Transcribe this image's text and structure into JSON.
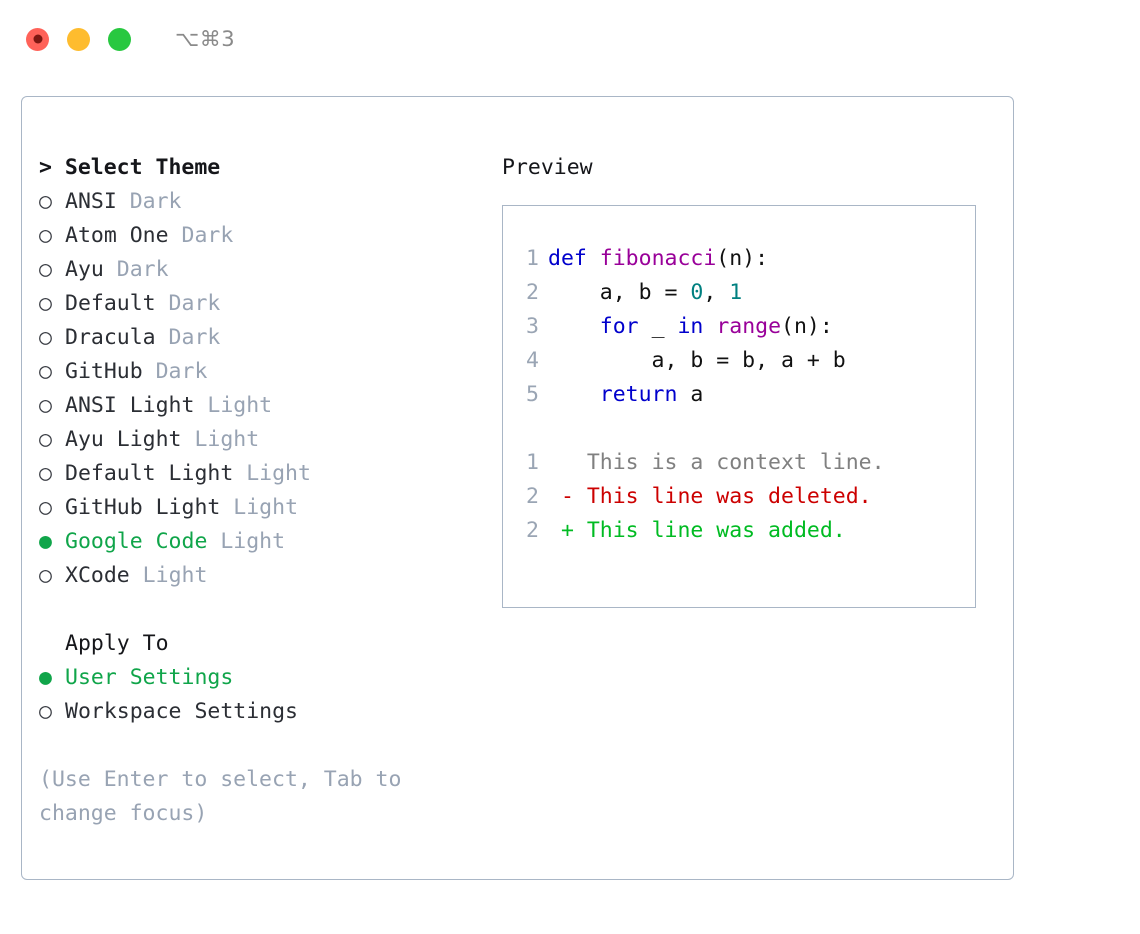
{
  "titlebar": {
    "shortcut": "⌥⌘3",
    "buttons": [
      {
        "name": "close",
        "color": "#ff6259"
      },
      {
        "name": "minimize",
        "color": "#febc2e"
      },
      {
        "name": "zoom",
        "color": "#28c840"
      }
    ]
  },
  "left": {
    "header": "> Select Theme",
    "themes": [
      {
        "bullet": "○",
        "name": "ANSI",
        "variant": "Dark",
        "selected": false
      },
      {
        "bullet": "○",
        "name": "Atom One",
        "variant": "Dark",
        "selected": false
      },
      {
        "bullet": "○",
        "name": "Ayu",
        "variant": "Dark",
        "selected": false
      },
      {
        "bullet": "○",
        "name": "Default",
        "variant": "Dark",
        "selected": false
      },
      {
        "bullet": "○",
        "name": "Dracula",
        "variant": "Dark",
        "selected": false
      },
      {
        "bullet": "○",
        "name": "GitHub",
        "variant": "Dark",
        "selected": false
      },
      {
        "bullet": "○",
        "name": "ANSI Light",
        "variant": "Light",
        "selected": false
      },
      {
        "bullet": "○",
        "name": "Ayu Light",
        "variant": "Light",
        "selected": false
      },
      {
        "bullet": "○",
        "name": "Default Light",
        "variant": "Light",
        "selected": false
      },
      {
        "bullet": "○",
        "name": "GitHub Light",
        "variant": "Light",
        "selected": false
      },
      {
        "bullet": "●",
        "name": "Google Code",
        "variant": "Light",
        "selected": true
      },
      {
        "bullet": "○",
        "name": "XCode",
        "variant": "Light",
        "selected": false
      }
    ],
    "apply_to_label": "Apply To",
    "apply_to": [
      {
        "bullet": "●",
        "name": "User Settings",
        "selected": true
      },
      {
        "bullet": "○",
        "name": "Workspace Settings",
        "selected": false
      }
    ],
    "hint": "(Use Enter to select, Tab to change focus)"
  },
  "right": {
    "title": "Preview",
    "code_lines": [
      {
        "no": "1",
        "tokens": [
          {
            "t": "def",
            "c": "kw"
          },
          {
            "t": " ",
            "c": "plain"
          },
          {
            "t": "fibonacci",
            "c": "fn"
          },
          {
            "t": "(n):",
            "c": "plain"
          }
        ]
      },
      {
        "no": "2",
        "tokens": [
          {
            "t": "    a, b = ",
            "c": "plain"
          },
          {
            "t": "0",
            "c": "num"
          },
          {
            "t": ", ",
            "c": "plain"
          },
          {
            "t": "1",
            "c": "num"
          }
        ]
      },
      {
        "no": "3",
        "tokens": [
          {
            "t": "    ",
            "c": "plain"
          },
          {
            "t": "for",
            "c": "kw"
          },
          {
            "t": " _ ",
            "c": "plain"
          },
          {
            "t": "in",
            "c": "kw"
          },
          {
            "t": " ",
            "c": "plain"
          },
          {
            "t": "range",
            "c": "fn"
          },
          {
            "t": "(n):",
            "c": "plain"
          }
        ]
      },
      {
        "no": "4",
        "tokens": [
          {
            "t": "        a, b = b, a + b",
            "c": "plain"
          }
        ]
      },
      {
        "no": "5",
        "tokens": [
          {
            "t": "    ",
            "c": "plain"
          },
          {
            "t": "return",
            "c": "kw"
          },
          {
            "t": " a",
            "c": "plain"
          }
        ]
      }
    ],
    "diff_lines": [
      {
        "no": "1",
        "marker": " ",
        "text": "This is a context line.",
        "kind": "ctx"
      },
      {
        "no": "2",
        "marker": "-",
        "text": "This line was deleted.",
        "kind": "del"
      },
      {
        "no": "2",
        "marker": "+",
        "text": "This line was added.",
        "kind": "add"
      }
    ]
  },
  "colors": {
    "accent_green": "#10a54a",
    "keyword_blue": "#0000cc",
    "function_purple": "#990099",
    "number_teal": "#008080",
    "diff_del_red": "#cc0000",
    "diff_add_green": "#00bb22",
    "muted_gray": "#98a3b3",
    "border": "#a9b6c6"
  }
}
